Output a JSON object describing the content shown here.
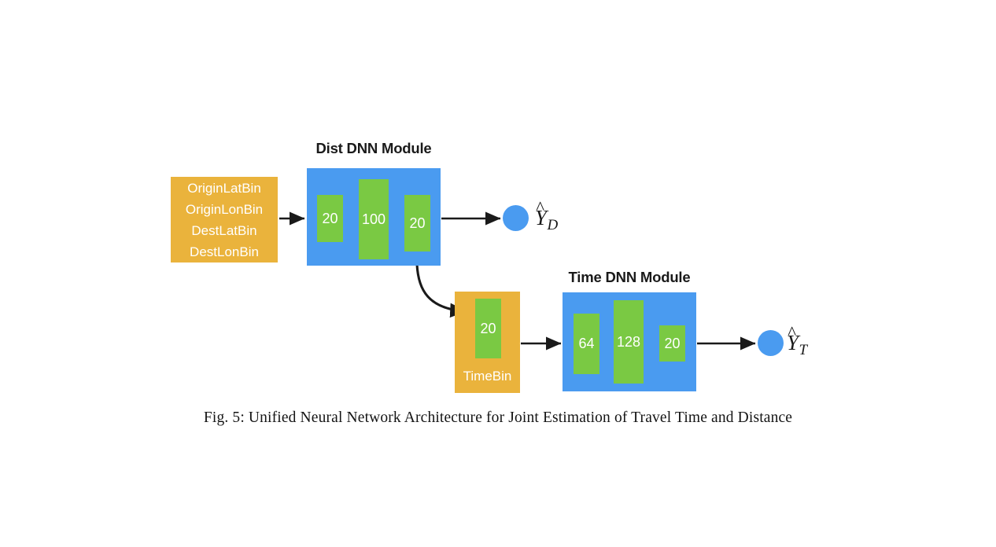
{
  "figure": {
    "caption": "Fig. 5: Unified Neural Network Architecture for Joint Estimation of Travel Time and Distance"
  },
  "colors": {
    "block_blue": "#4a9bf0",
    "block_orange": "#eab33c",
    "layer_green": "#7ac943",
    "node_blue": "#4a9bf0",
    "arrow_black": "#1a1a1a",
    "text_white": "#ffffff",
    "text_dark": "#1a1a1a"
  },
  "input_block": {
    "name": "input-features",
    "lines": [
      "OriginLatBin",
      "OriginLonBin",
      "DestLatBin",
      "DestLonBin"
    ]
  },
  "dist_module": {
    "title": "Dist DNN Module",
    "layers": [
      {
        "label": "20"
      },
      {
        "label": "100"
      },
      {
        "label": "20"
      }
    ],
    "output_node": {
      "symbol": "Y",
      "hat": "^",
      "subscript": "D"
    }
  },
  "timebin_block": {
    "label": "TimeBin",
    "layer": {
      "label": "20"
    }
  },
  "time_module": {
    "title": "Time DNN Module",
    "layers": [
      {
        "label": "64"
      },
      {
        "label": "128"
      },
      {
        "label": "20"
      }
    ],
    "output_node": {
      "symbol": "Y",
      "hat": "^",
      "subscript": "T"
    }
  }
}
